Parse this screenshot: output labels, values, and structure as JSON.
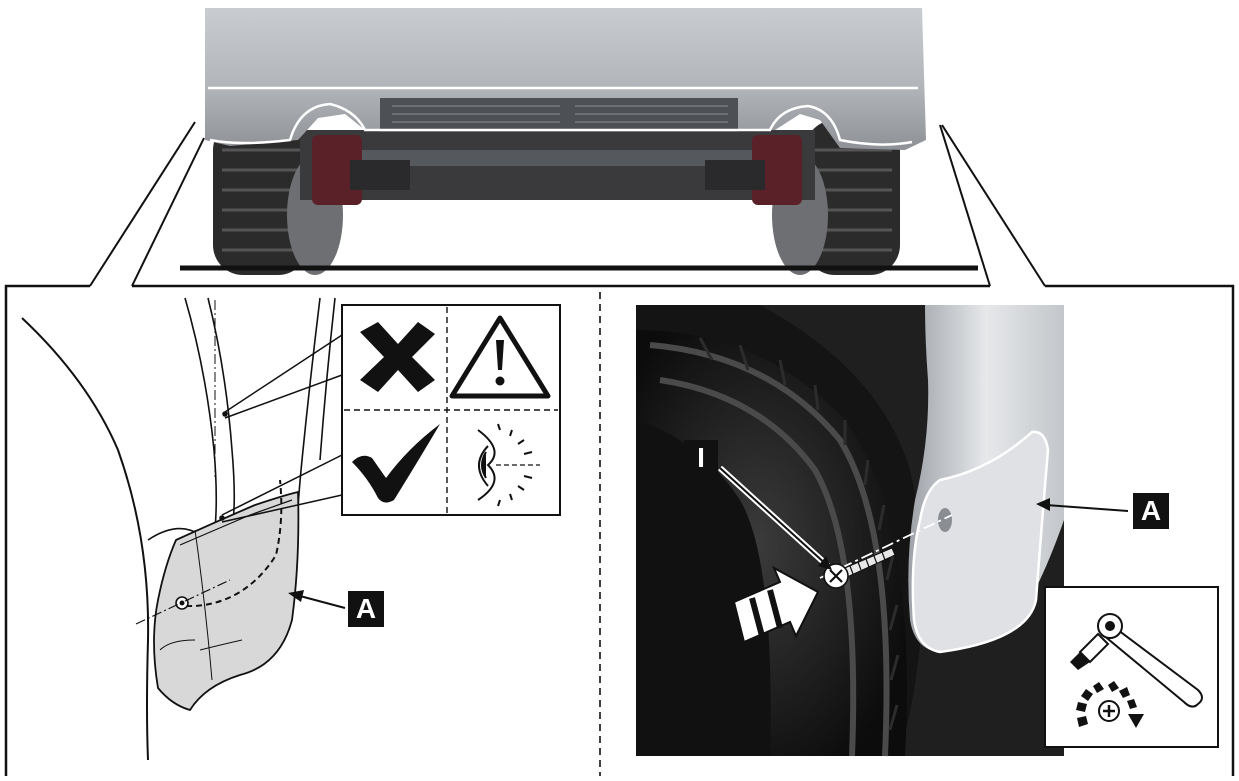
{
  "labels": {
    "part_left": "A",
    "part_right": "A",
    "item_screw": "I"
  },
  "icons": {
    "incorrect": "cross-mark-icon",
    "caution": "warning-triangle-icon",
    "correct": "check-mark-icon",
    "inspect": "eye-icon",
    "push_direction": "push-arrow-icon",
    "tool": "ratchet-wrench-icon",
    "tighten": "phillips-clockwise-tighten-icon"
  },
  "colors": {
    "line": "#111111",
    "label_bg": "#111111",
    "label_text": "#ffffff",
    "mudflap_fill": "#d8d8d8",
    "car_body": "#b9bcc0",
    "tire": "#2a2a2a",
    "photo_dark": "#151515"
  }
}
